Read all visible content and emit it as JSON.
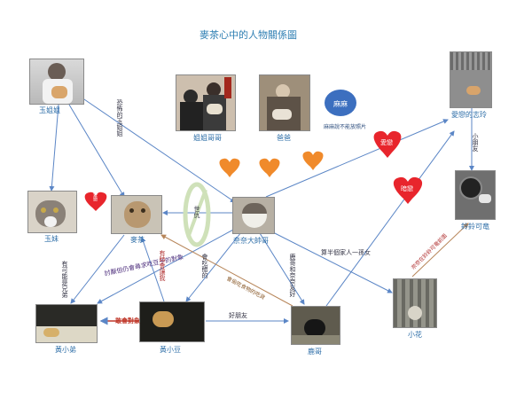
{
  "title": "麥茶心中的人物關係圖",
  "nodes": {
    "sister_jade": "玉姐姐",
    "brother_sister": "姐姐哥哥",
    "dad": "爸爸",
    "mom": "麻麻",
    "mom_note": "麻麻說不能放照片",
    "love_chi": "愛戀的志玲",
    "ling_dang": "鈴鈴可竜",
    "yu_mei": "玉妹",
    "maicha": "麥茶",
    "naicha": "奈奈大帥哥",
    "xiao_hua": "小花",
    "huang_di": "黃小弟",
    "huang_dou": "黃小豆",
    "lu_ge": "鹿哥"
  },
  "edges": {
    "scary_sister": "恐怖的玉姐姐",
    "love_heart_1": "愛戀",
    "love_heart_2": "暗戀",
    "love_small_heart": "愛戀",
    "enemy": "世仇",
    "friend_small": "小朋友",
    "maybe_sibling": "有可能是兄弟",
    "bully": "討厭但仍會尋求吃豆子的對象",
    "give_way": "有時會讓我",
    "care": "會吃醋的",
    "friend": "好朋友",
    "xiao_hua_family": "算半個家人一孫女",
    "lu_ge_note": "鹿哥和奈奈友好",
    "steal_food": "會偷吃食物的吃貨",
    "xiao_hua_note": "奈奈在鈴鈴可竜前面",
    "chasing": "敢會對象"
  },
  "colors": {
    "title": "#2f7fb3",
    "edge": "#5b86c6",
    "heart_red": "#e8252c",
    "heart_orange": "#f08a2b",
    "ring_green": "#cfe1b9",
    "mom_circle": "#3c6fbf"
  }
}
